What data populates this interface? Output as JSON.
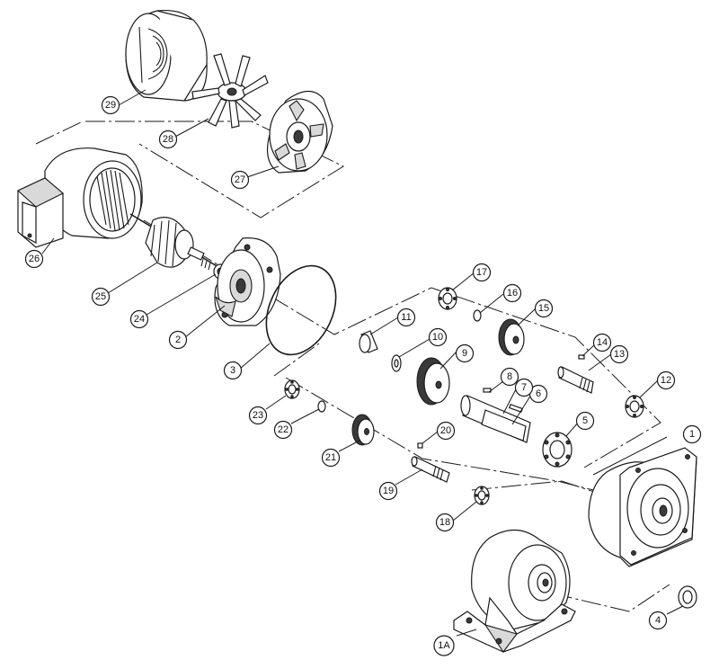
{
  "callouts": [
    {
      "id": "c1",
      "label": "1"
    },
    {
      "id": "c1a",
      "label": "1A"
    },
    {
      "id": "c2",
      "label": "2"
    },
    {
      "id": "c3",
      "label": "3"
    },
    {
      "id": "c4",
      "label": "4"
    },
    {
      "id": "c5",
      "label": "5"
    },
    {
      "id": "c6",
      "label": "6"
    },
    {
      "id": "c7",
      "label": "7"
    },
    {
      "id": "c8",
      "label": "8"
    },
    {
      "id": "c9",
      "label": "9"
    },
    {
      "id": "c10",
      "label": "10"
    },
    {
      "id": "c11",
      "label": "11"
    },
    {
      "id": "c12",
      "label": "12"
    },
    {
      "id": "c13",
      "label": "13"
    },
    {
      "id": "c14",
      "label": "14"
    },
    {
      "id": "c15",
      "label": "15"
    },
    {
      "id": "c16",
      "label": "16"
    },
    {
      "id": "c17",
      "label": "17"
    },
    {
      "id": "c18",
      "label": "18"
    },
    {
      "id": "c19",
      "label": "19"
    },
    {
      "id": "c20",
      "label": "20"
    },
    {
      "id": "c21",
      "label": "21"
    },
    {
      "id": "c22",
      "label": "22"
    },
    {
      "id": "c23",
      "label": "23"
    },
    {
      "id": "c24",
      "label": "24"
    },
    {
      "id": "c25",
      "label": "25"
    },
    {
      "id": "c26",
      "label": "26"
    },
    {
      "id": "c27",
      "label": "27"
    },
    {
      "id": "c28",
      "label": "28"
    },
    {
      "id": "c29",
      "label": "29"
    }
  ],
  "colors": {
    "line": "#1a1a1a",
    "background": "#ffffff",
    "shade": "#d9d9d9"
  }
}
